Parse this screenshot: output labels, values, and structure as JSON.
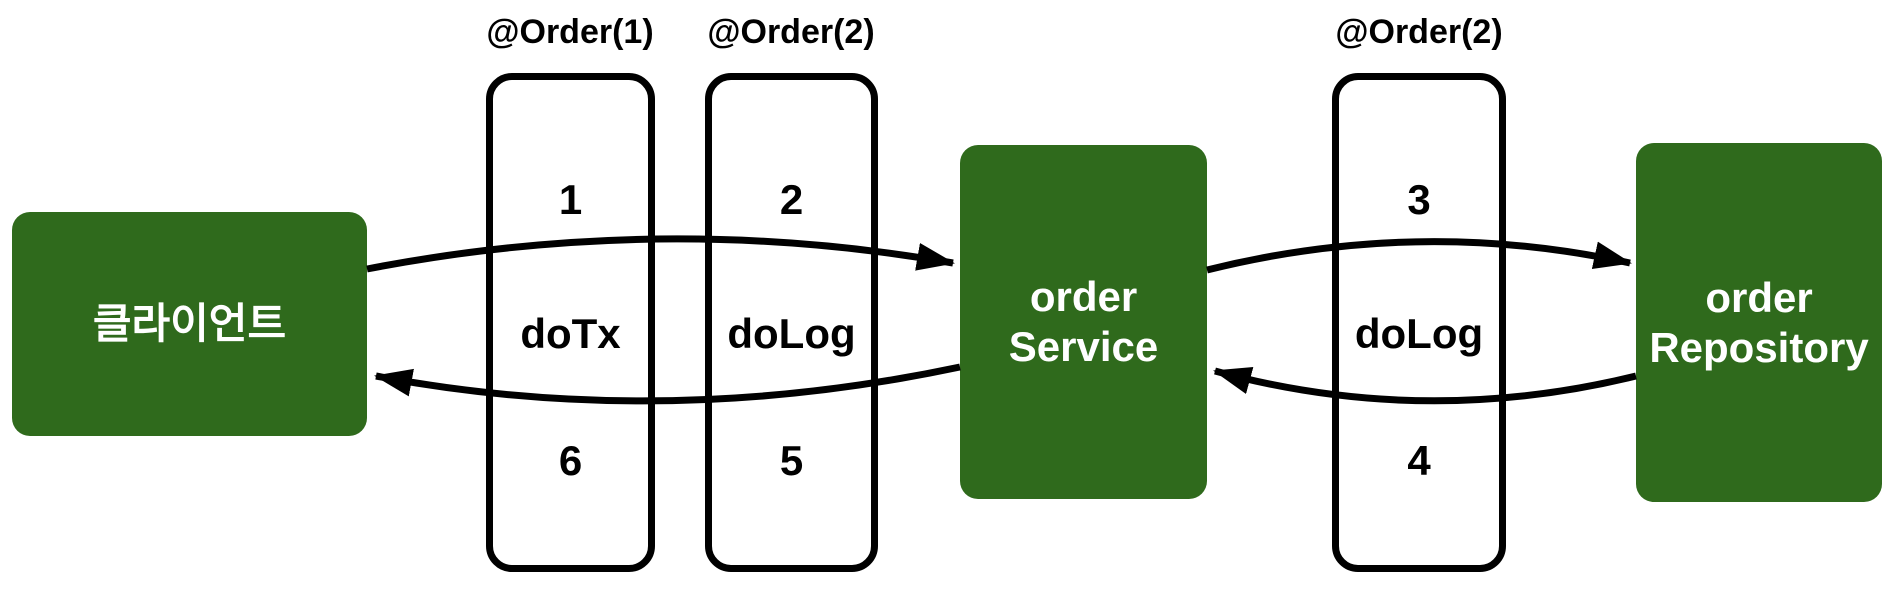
{
  "diagram": {
    "nodes": {
      "client": {
        "label": "클라이언트"
      },
      "service": {
        "label_line1": "order",
        "label_line2": "Service"
      },
      "repository": {
        "label_line1": "order",
        "label_line2": "Repository"
      }
    },
    "advisors": [
      {
        "annotation": "@Order(1)",
        "step_top": "1",
        "advice": "doTx",
        "step_bottom": "6"
      },
      {
        "annotation": "@Order(2)",
        "step_top": "2",
        "advice": "doLog",
        "step_bottom": "5"
      },
      {
        "annotation": "@Order(2)",
        "step_top": "3",
        "advice": "doLog",
        "step_bottom": "4"
      }
    ],
    "colors": {
      "node_green": "#2f6a1c",
      "node_text": "#ffffff",
      "stroke_black": "#000000",
      "background": "#ffffff"
    }
  }
}
